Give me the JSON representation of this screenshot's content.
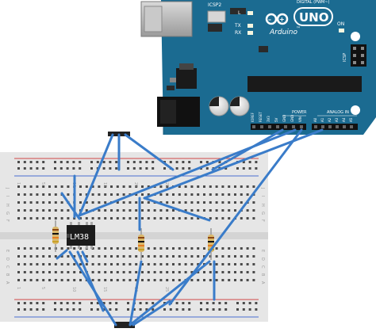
{
  "board": {
    "brand_text": "Arduino",
    "model_text": "UNO",
    "tm_text": "™",
    "digital_label": "DIGITAL (PWM~)",
    "icsp2_label": "ICSP2",
    "icsp_label": "ICSP",
    "l_label": "L",
    "tx_label": "TX",
    "rx_label": "RX",
    "on_label": "ON",
    "power_label": "POWER",
    "analog_label": "ANALOG IN",
    "power_pins": [
      "IOREF",
      "RESET",
      "3V3",
      "5V",
      "GND",
      "GND",
      "VIN"
    ],
    "analog_pins": [
      "A0",
      "A1",
      "A2",
      "A3",
      "A4",
      "A5"
    ],
    "color": "#1b6b91"
  },
  "breadboard": {
    "row_letters_top": [
      "J",
      "I",
      "H",
      "G",
      "F"
    ],
    "row_letters_bottom": [
      "E",
      "D",
      "C",
      "B",
      "A"
    ],
    "column_labels": [
      "1",
      "5",
      "10",
      "15",
      "20",
      "25"
    ],
    "color": "#e8e8e8"
  },
  "chip": {
    "label": "LM38"
  },
  "wire_color": "#3a7cc9"
}
